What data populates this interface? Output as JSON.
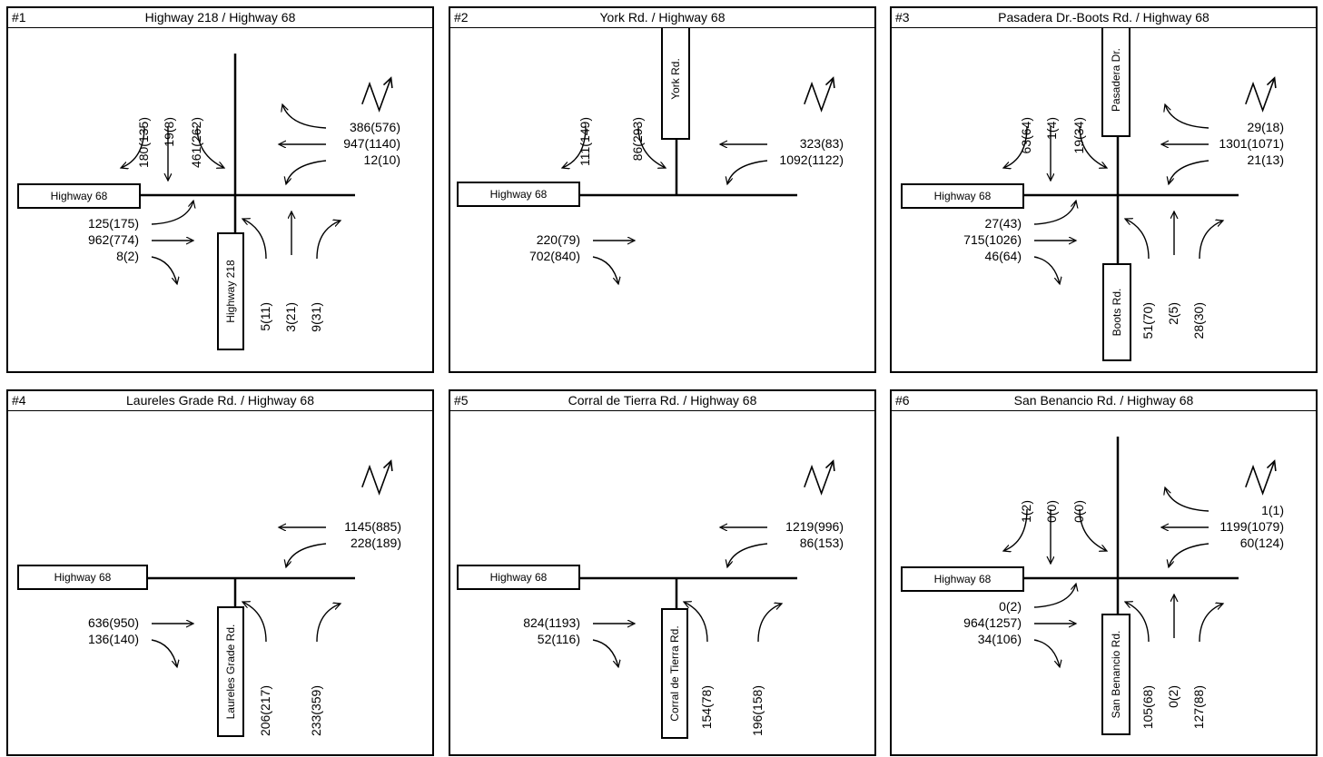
{
  "panels": [
    {
      "num": "#1",
      "title": "Highway 218 / Highway 68",
      "main_street": "Highway 68",
      "side_street": "Highway 218",
      "north_leg_label": "",
      "south_leg_label": "Highway 218",
      "south": [
        "5(11)",
        "3(21)",
        "9(31)"
      ],
      "north": [
        "180(135)",
        "19(8)",
        "461(262)"
      ],
      "east": [
        "386(576)",
        "947(1140)",
        "12(10)"
      ],
      "west": [
        "125(175)",
        "962(774)",
        "8(2)"
      ]
    },
    {
      "num": "#2",
      "title": "York Rd. / Highway 68",
      "main_street": "Highway 68",
      "side_street": "York Rd.",
      "north_leg_label": "York Rd.",
      "south_leg_label": "",
      "south": [],
      "north": [
        "111(149)",
        "86(293)"
      ],
      "east": [
        "323(83)",
        "1092(1122)"
      ],
      "west": [
        "220(79)",
        "702(840)"
      ]
    },
    {
      "num": "#3",
      "title": "Pasadera Dr.-Boots Rd. / Highway 68",
      "main_street": "Highway 68",
      "side_street": "Pasadera Dr.",
      "north_leg_label": "Pasadera Dr.",
      "south_leg_label": "Boots Rd.",
      "south": [
        "51(70)",
        "2(5)",
        "28(30)"
      ],
      "north": [
        "63(64)",
        "1(4)",
        "19(34)"
      ],
      "east": [
        "29(18)",
        "1301(1071)",
        "21(13)"
      ],
      "west": [
        "27(43)",
        "715(1026)",
        "46(64)"
      ]
    },
    {
      "num": "#4",
      "title": "Laureles Grade Rd. / Highway 68",
      "main_street": "Highway 68",
      "side_street": "Laureles Grade Rd.",
      "north_leg_label": "",
      "south_leg_label": "Laureles Grade Rd.",
      "south": [
        "206(217)",
        "233(359)"
      ],
      "north": [],
      "east": [
        "1145(885)",
        "228(189)"
      ],
      "west": [
        "636(950)",
        "136(140)"
      ]
    },
    {
      "num": "#5",
      "title": "Corral de Tierra Rd. / Highway 68",
      "main_street": "Highway 68",
      "side_street": "Corral de Tierra Rd.",
      "north_leg_label": "",
      "south_leg_label": "Corral de Tierra Rd.",
      "south": [
        "154(78)",
        "196(158)"
      ],
      "north": [],
      "east": [
        "1219(996)",
        "86(153)"
      ],
      "west": [
        "824(1193)",
        "52(116)"
      ]
    },
    {
      "num": "#6",
      "title": "San Benancio Rd. / Highway 68",
      "main_street": "Highway 68",
      "side_street": "San Benancio Rd.",
      "north_leg_label": "",
      "south_leg_label": "San Benancio Rd.",
      "south": [
        "105(68)",
        "0(2)",
        "127(88)"
      ],
      "north": [
        "1(2)",
        "0(0)",
        "0(0)"
      ],
      "east": [
        "1(1)",
        "1199(1079)",
        "60(124)"
      ],
      "west": [
        "0(2)",
        "964(1257)",
        "34(106)"
      ]
    }
  ]
}
